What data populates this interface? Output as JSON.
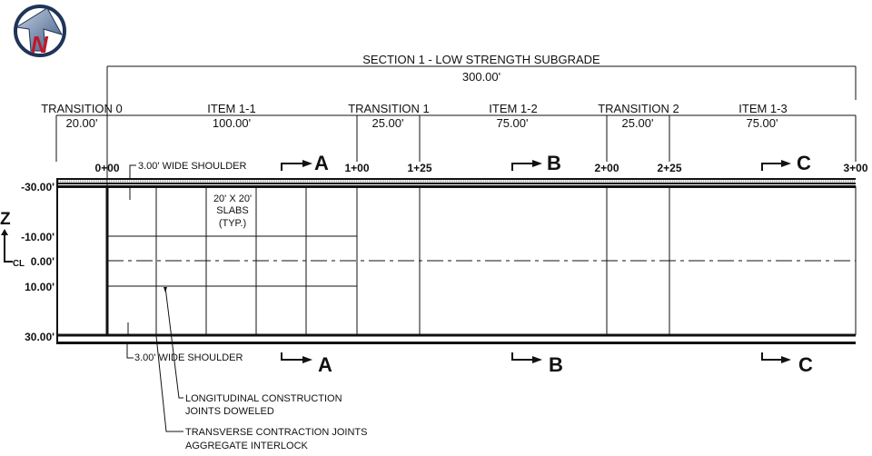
{
  "section": {
    "title": "SECTION 1 - LOW STRENGTH SUBGRADE",
    "length": "300.00'"
  },
  "segments": [
    {
      "name": "TRANSITION 0",
      "length": "20.00'"
    },
    {
      "name": "ITEM 1-1",
      "length": "100.00'"
    },
    {
      "name": "TRANSITION 1",
      "length": "25.00'"
    },
    {
      "name": "ITEM 1-2",
      "length": "75.00'"
    },
    {
      "name": "TRANSITION 2",
      "length": "25.00'"
    },
    {
      "name": "ITEM 1-3",
      "length": "75.00'"
    }
  ],
  "stations": [
    "0+00",
    "1+00",
    "1+25",
    "2+00",
    "2+25",
    "3+00"
  ],
  "offsets": [
    "-30.00'",
    "-10.00'",
    "0.00'",
    "10.00'",
    "30.00'"
  ],
  "axis": {
    "z": "Z",
    "centerline": "CL"
  },
  "sections": [
    "A",
    "B",
    "C"
  ],
  "notes": {
    "shoulder_top": "3.00' WIDE SHOULDER",
    "shoulder_bottom": "3.00' WIDE SHOULDER",
    "slabs_1": "20' X 20'",
    "slabs_2": "SLABS",
    "slabs_3": "(TYP.)",
    "long_1": "LONGITUDINAL CONSTRUCTION",
    "long_2": "JOINTS DOWELED",
    "trans_1": "TRANSVERSE CONTRACTION JOINTS",
    "trans_2": "AGGREGATE INTERLOCK"
  },
  "north_arrow": {
    "label": "N"
  }
}
